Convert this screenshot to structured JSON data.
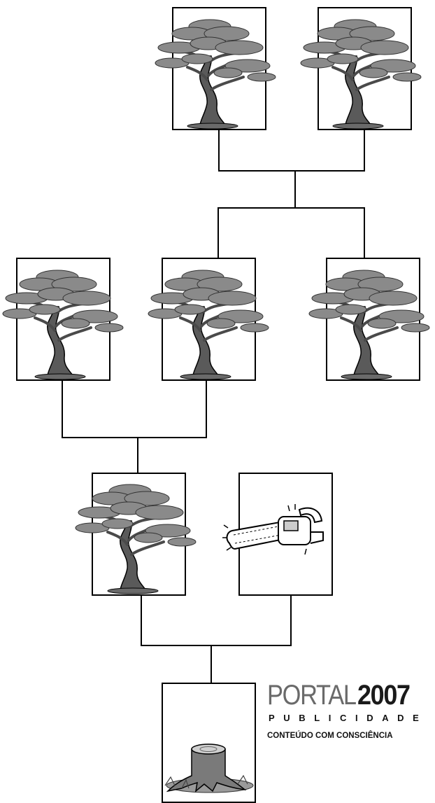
{
  "illustration": {
    "generations": [
      {
        "level": 1,
        "items": [
          "tree",
          "tree"
        ]
      },
      {
        "level": 2,
        "items": [
          "tree",
          "tree",
          "tree"
        ]
      },
      {
        "level": 3,
        "items": [
          "tree",
          "chainsaw"
        ]
      },
      {
        "level": 4,
        "items": [
          "stump"
        ]
      }
    ],
    "icons": [
      "tree-icon",
      "chainsaw-icon",
      "stump-icon"
    ],
    "colors": {
      "frame": "#000000",
      "foliage": "#8a8a8a",
      "trunk": "#5a5a5a",
      "background": "#ffffff"
    }
  },
  "brand": {
    "name": "PORTAL",
    "year": "2007",
    "subtitle": "PUBLICIDADE",
    "tagline": "CONTEÚDO COM CONSCIÊNCIA",
    "colors": {
      "name": "#6a6a6a",
      "year": "#1a1a1a"
    }
  }
}
